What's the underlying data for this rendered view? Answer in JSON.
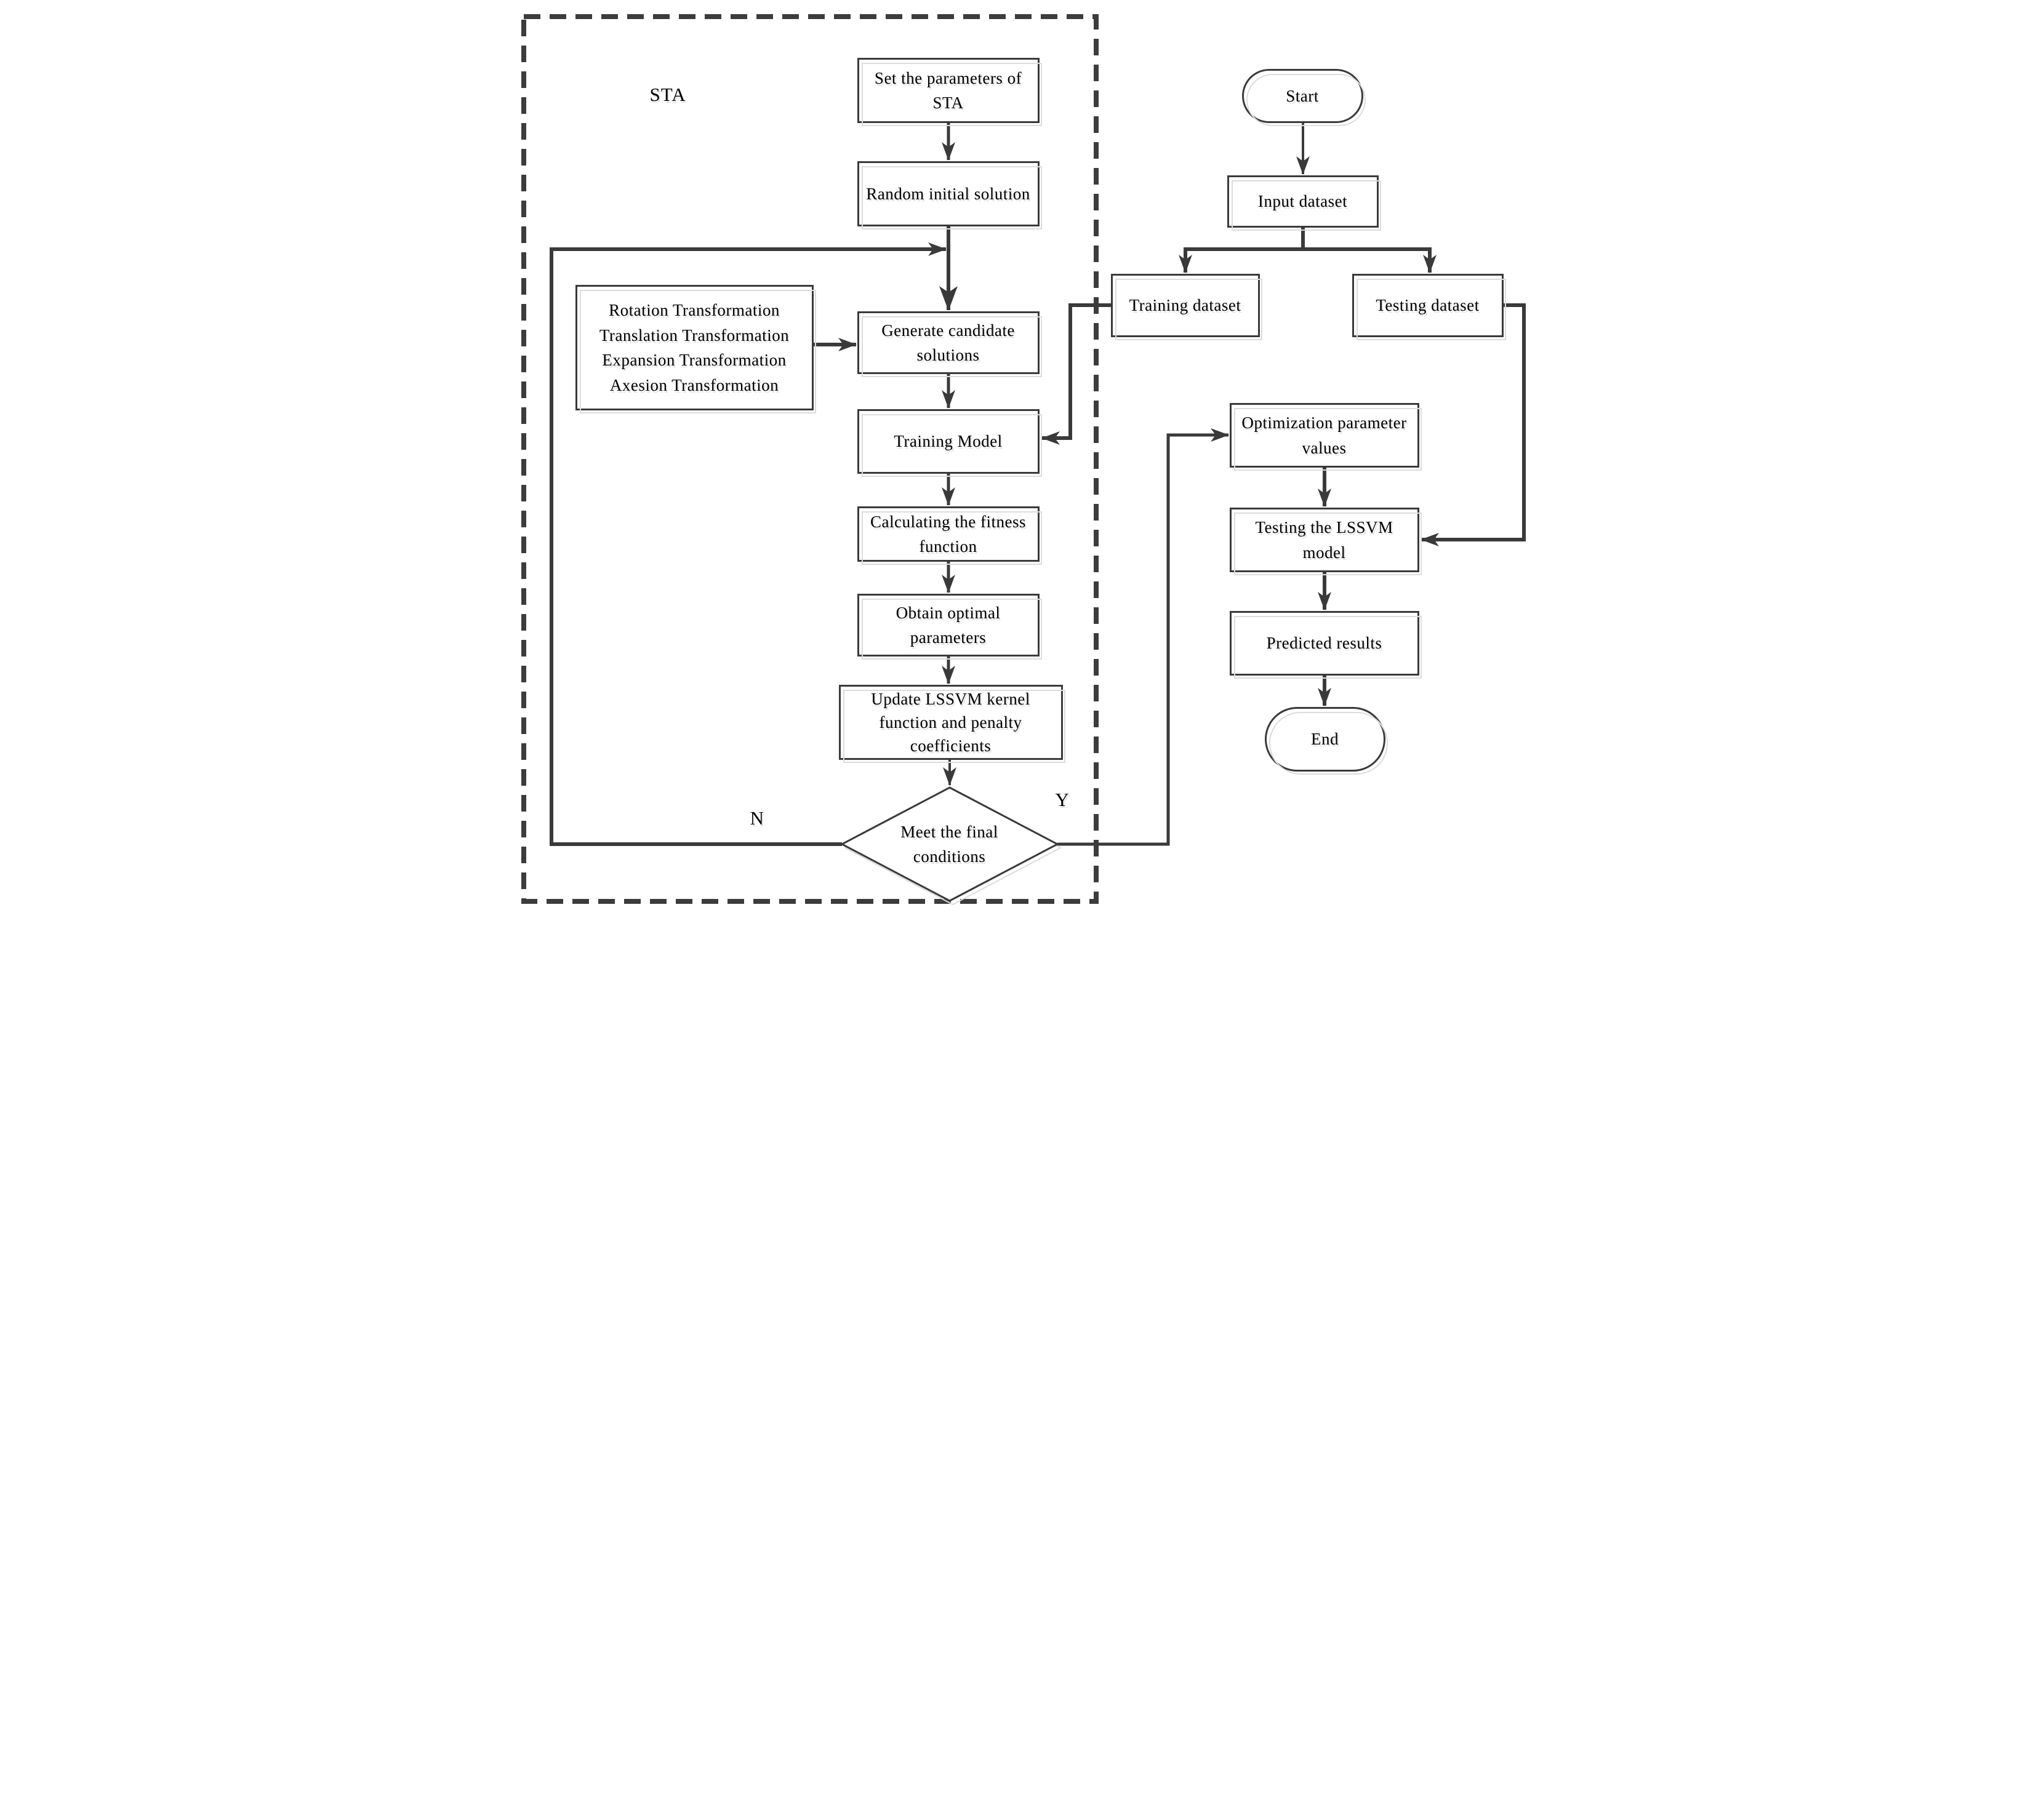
{
  "diagram": {
    "region_label": "STA",
    "decision_no": "N",
    "decision_yes": "Y"
  },
  "sta": {
    "set_params": "Set the parameters of STA",
    "random_initial": "Random initial solution",
    "generate_candidates": "Generate candidate solutions",
    "training_model": "Training Model",
    "calc_fitness": "Calculating the fitness function",
    "obtain_optimal": "Obtain optimal parameters",
    "update_lssvm": "Update LSSVM kernel function and penalty coefficients",
    "decision": "Meet the final conditions",
    "transform_box": {
      "lines": [
        "Rotation Transformation",
        "Translation Transformation",
        "Expansion Transformation",
        "Axesion Transformation"
      ]
    }
  },
  "pipeline": {
    "start": "Start",
    "input_dataset": "Input dataset",
    "training_dataset": "Training dataset",
    "testing_dataset": "Testing dataset",
    "optimization_values": "Optimization parameter values",
    "testing_model": "Testing the LSSVM model",
    "predicted_results": "Predicted results",
    "end": "End"
  },
  "colors": {
    "stroke": "#3a3a3a",
    "echo": "#dcdcdc",
    "background": "#ffffff",
    "text": "#000000"
  }
}
